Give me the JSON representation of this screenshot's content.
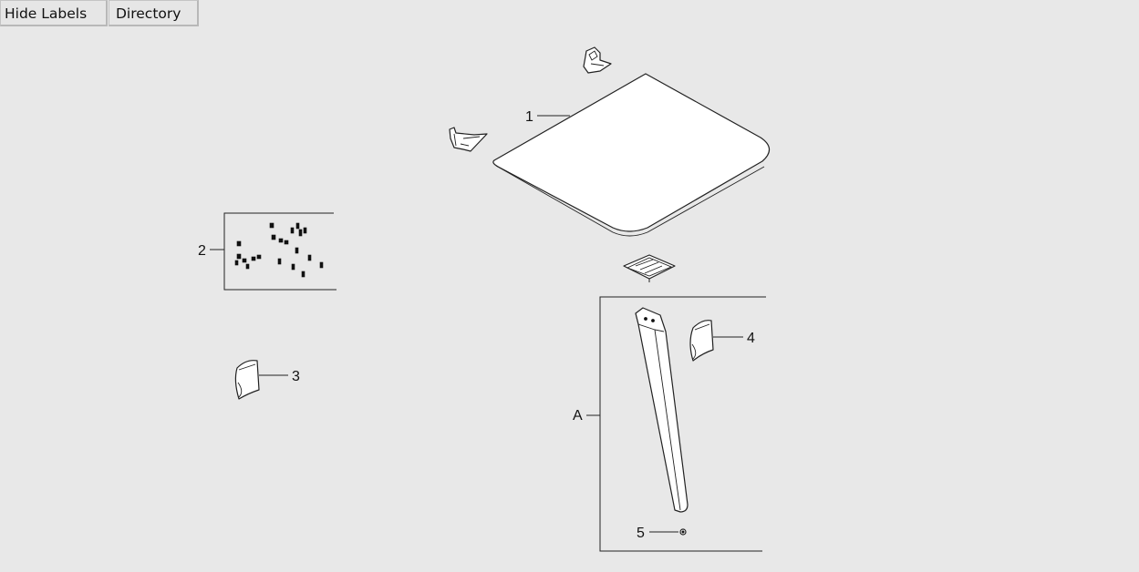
{
  "toolbar": {
    "hide_labels": "Hide Labels",
    "directory": "Directory"
  },
  "callouts": {
    "c1": "1",
    "c2": "2",
    "c3": "3",
    "c4": "4",
    "c5": "5",
    "cA": "A"
  }
}
